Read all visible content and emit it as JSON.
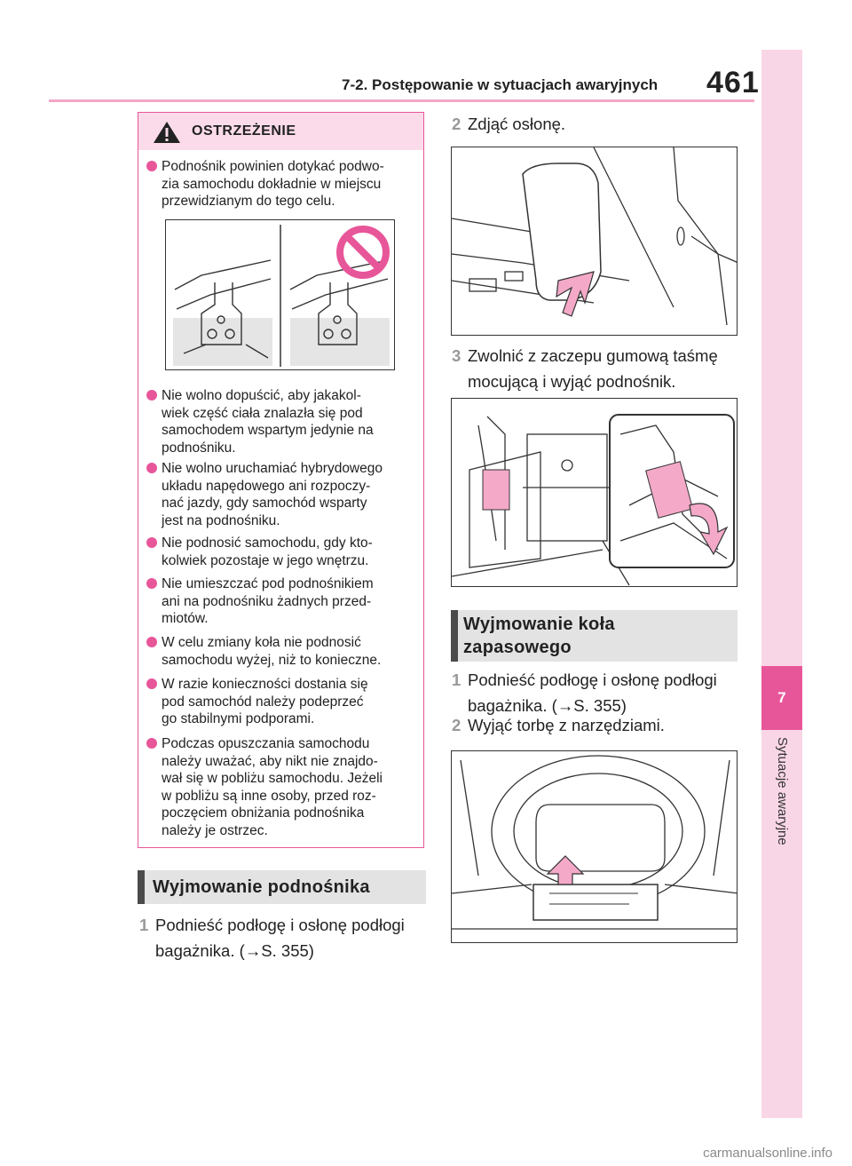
{
  "header": {
    "section_title": "7-2. Postępowanie w sytuacjach awaryjnych",
    "page_number": "461"
  },
  "side_tab": {
    "chapter_number": "7",
    "chapter_label": "Sytuacje awaryjne"
  },
  "warning": {
    "title": "OSTRZEŻENIE",
    "items": [
      "Podnośnik powinien dotykać podwo-\nzia samochodu dokładnie w miejscu\nprzewidzianym do tego celu.",
      "Nie wolno dopuścić, aby jakakol-\nwiek część ciała znalazła się pod\nsamochodem wspartym jedynie na\npodnośniku.",
      "Nie wolno uruchamiać hybrydowego\nukładu napędowego ani rozpoczy-\nnać jazdy, gdy samochód wsparty\njest na podnośniku.",
      "Nie podnosić samochodu, gdy kto-\nkolwiek pozostaje w jego wnętrzu.",
      "Nie umieszczać pod podnośnikiem\nani na podnośniku żadnych przed-\nmiotów.",
      "W celu zmiany koła nie podnosić\nsamochodu wyżej, niż to konieczne.",
      "W razie konieczności dostania się\npod samochód należy podeprzeć\ngo stabilnymi podporami.",
      "Podczas opuszczania samochodu\nnależy uważać, aby nikt nie znajdo-\nwał się w pobliżu samochodu. Jeżeli\nw pobliżu są inne osoby, przed roz-\npoczęciem obniżania podnośnika\nnależy je ostrzec."
    ]
  },
  "section_jack": {
    "title": "Wyjmowanie podnośnika",
    "steps": [
      {
        "num": "1",
        "text": "Podnieść podłogę i osłonę podłogi\nbagażnika. (→S. 355)"
      },
      {
        "num": "2",
        "text": "Zdjąć osłonę."
      },
      {
        "num": "3",
        "text": "Zwolnić z zaczepu gumową taśmę\nmocującą i wyjąć podnośnik."
      }
    ]
  },
  "section_spare": {
    "title": "Wyjmowanie koła\nzapasowego",
    "steps": [
      {
        "num": "1",
        "text": "Podnieść podłogę i osłonę podłogi\nbagażnika. (→S. 355)"
      },
      {
        "num": "2",
        "text": "Wyjąć torbę z narzędziami."
      }
    ]
  },
  "footer": {
    "watermark": "carmanualsonline.info"
  },
  "colors": {
    "accent": "#e8569a",
    "accent_light": "#fbdbe9",
    "side_tab": "#f9d6e6"
  }
}
